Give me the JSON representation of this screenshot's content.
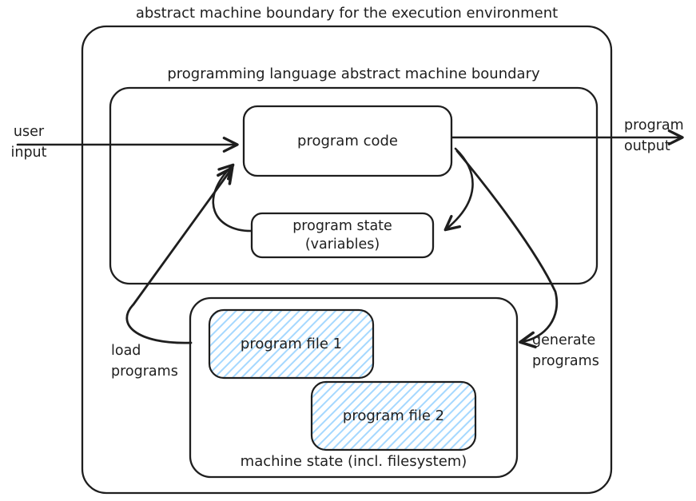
{
  "colors": {
    "stroke": "#1e1e1e",
    "file_hatch": "#a5d8ff",
    "background": "#ffffff"
  },
  "titles": {
    "outer_boundary": "abstract machine boundary for the execution environment",
    "inner_boundary": "programming language abstract machine boundary"
  },
  "boxes": {
    "program_code": "program code",
    "program_state": [
      "program state",
      "(variables)"
    ],
    "machine_state": "machine state (incl. filesystem)",
    "program_file_1": "program file 1",
    "program_file_2": "program file 2"
  },
  "arrow_labels": {
    "user_input": [
      "user",
      "input"
    ],
    "program_output": [
      "program",
      "output"
    ],
    "load_programs": [
      "load",
      "programs"
    ],
    "generate_programs": [
      "generate",
      "programs"
    ]
  }
}
